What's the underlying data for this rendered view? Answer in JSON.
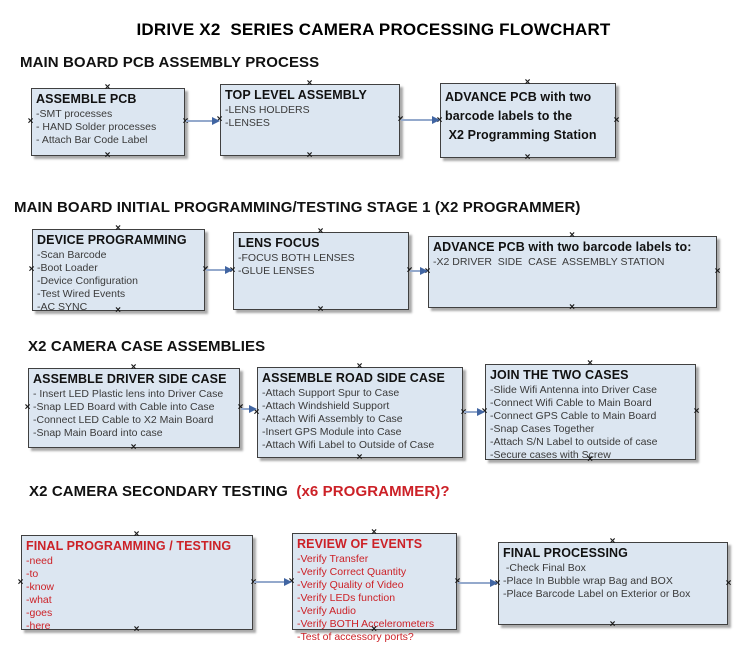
{
  "title": "IDRIVE X2  SERIES CAMERA PROCESSING FLOWCHART",
  "colors": {
    "box_fill": "#dce6f1",
    "box_border": "#404040",
    "arrow_line": "#94a9cc",
    "arrow_head": "#4165a2",
    "red": "#cc2127",
    "heading_text": "#111111",
    "item_text": "#3a3a3a"
  },
  "icons": {
    "connection_point": "×",
    "arrow_head": "right-triangle"
  },
  "sections": [
    {
      "heading": "MAIN BOARD PCB ASSEMBLY PROCESS",
      "boxes": [
        {
          "title": "ASSEMBLE PCB",
          "items": [
            "-SMT processes",
            "- HAND Solder processes",
            "- Attach Bar Code Label"
          ]
        },
        {
          "title": "TOP LEVEL ASSEMBLY",
          "items": [
            "-LENS HOLDERS",
            "-LENSES"
          ]
        },
        {
          "title": "ADVANCE PCB with two\nbarcode labels to the\n X2 Programming Station",
          "items": []
        }
      ]
    },
    {
      "heading": "MAIN BOARD INITIAL PROGRAMMING/TESTING STAGE 1 (X2 PROGRAMMER)",
      "boxes": [
        {
          "title": "DEVICE PROGRAMMING",
          "items": [
            "-Scan Barcode",
            "-Boot Loader",
            "-Device Configuration",
            "-Test Wired Events",
            "-AC SYNC"
          ]
        },
        {
          "title": "LENS FOCUS",
          "items": [
            "-FOCUS BOTH LENSES",
            "-GLUE LENSES"
          ]
        },
        {
          "title": "ADVANCE PCB with two barcode labels to:",
          "items": [
            "-X2 DRIVER  SIDE  CASE  ASSEMBLY STATION"
          ]
        }
      ]
    },
    {
      "heading": "X2 CAMERA CASE ASSEMBLIES",
      "boxes": [
        {
          "title": "ASSEMBLE DRIVER SIDE CASE",
          "items": [
            "- Insert LED Plastic lens into Driver Case",
            "-Snap LED Board with Cable into Case",
            "-Connect LED Cable to X2 Main Board",
            "-Snap Main Board into case"
          ]
        },
        {
          "title": "ASSEMBLE ROAD SIDE CASE",
          "items": [
            "-Attach Support Spur to Case",
            "-Attach Windshield Support",
            "-Attach Wifi Assembly to Case",
            "-Insert GPS Module into Case",
            "-Attach Wifi Label to Outside of Case"
          ]
        },
        {
          "title": "JOIN THE TWO CASES",
          "items": [
            "-Slide Wifi Antenna into Driver Case",
            "-Connect Wifi Cable to Main Board",
            "-Connect GPS Cable to Main Board",
            "-Snap Cases Together",
            "-Attach S/N Label to outside of case",
            "-Secure cases with Screw"
          ]
        }
      ]
    },
    {
      "heading": "X2 CAMERA SECONDARY TESTING ",
      "heading_red": " (x6 PROGRAMMER)?",
      "boxes": [
        {
          "title": "FINAL PROGRAMMING / TESTING",
          "items": [
            "-need",
            "-to",
            "-know",
            "-what",
            "-goes",
            "-here"
          ]
        },
        {
          "title": "REVIEW OF EVENTS",
          "items": [
            "-Verify Transfer",
            "-Verify Correct Quantity",
            "-Verify Quality of Video",
            "-Verify LEDs function",
            "-Verify Audio",
            "-Verify BOTH Accelerometers",
            "-Test of accessory ports?"
          ]
        },
        {
          "title": "FINAL PROCESSING",
          "items": [
            " -Check Final Box",
            "-Place In Bubble wrap Bag and BOX",
            "-Place Barcode Label on Exterior or Box"
          ]
        }
      ]
    }
  ]
}
